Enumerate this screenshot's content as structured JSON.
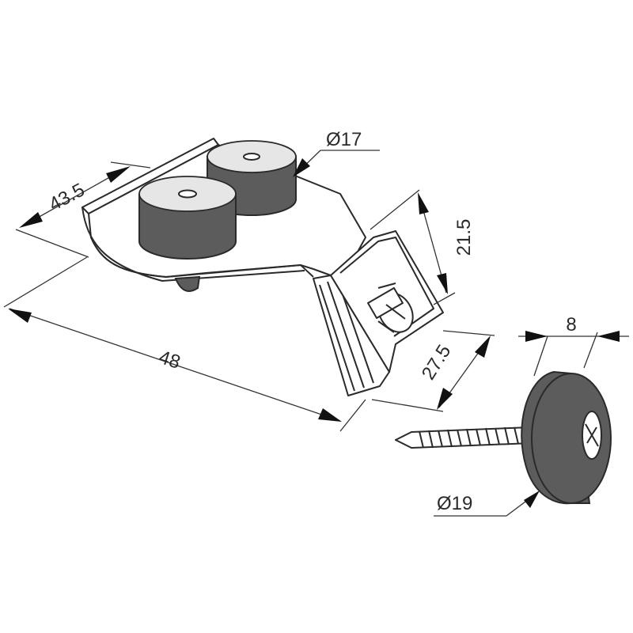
{
  "dimensions": {
    "width_43_5": "43.5",
    "dia_17": "Ø17",
    "height_21_5": "21.5",
    "length_48": "48",
    "depth_27_5": "27.5",
    "thickness_8": "8",
    "dia_19": "Ø19"
  },
  "colors": {
    "rubber": "#5c5c5c",
    "line": "#2a2a2a"
  }
}
